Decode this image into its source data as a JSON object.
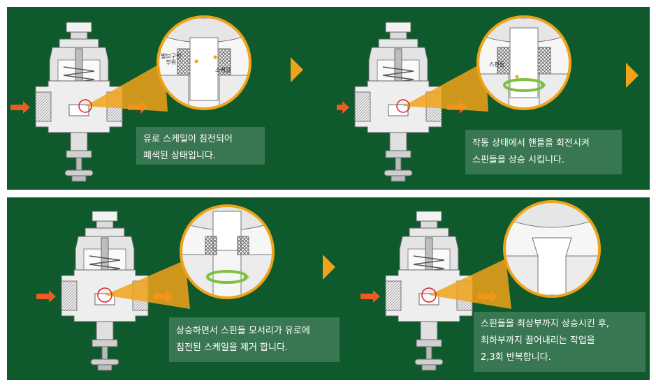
{
  "steps": [
    {
      "caption_lines": [
        "유로 스케일이 침전되어",
        "폐색된 상태입니다."
      ],
      "labels": [
        "밸브구멍",
        "부위",
        "스케일"
      ]
    },
    {
      "caption_lines": [
        "작동 상태에서 핸들을 회전시켜",
        "스핀들을 상승 시킵니다."
      ],
      "labels": [
        "스핀들"
      ]
    },
    {
      "caption_lines": [
        "상승하면서 스핀들 모서리가 유로에",
        "침전된 스케일을 제거 합니다."
      ],
      "labels": []
    },
    {
      "caption_lines": [
        "스핀들을 최상부까지 상승시킨 후,",
        "최하부까지 끌어내리는 작업을",
        "2,3회 반복합니다."
      ],
      "labels": []
    }
  ],
  "colors": {
    "background": "#0e5a2c",
    "accent_orange": "#f0a21a",
    "flow_arrow": "#f05a22",
    "rotation_ring": "#7cc242",
    "callout_ring": "#e02020"
  },
  "icons": {
    "next_step": "chevron-right-triangle",
    "flow": "flow-direction-arrow",
    "rotation": "rotation-ring-arrow"
  }
}
